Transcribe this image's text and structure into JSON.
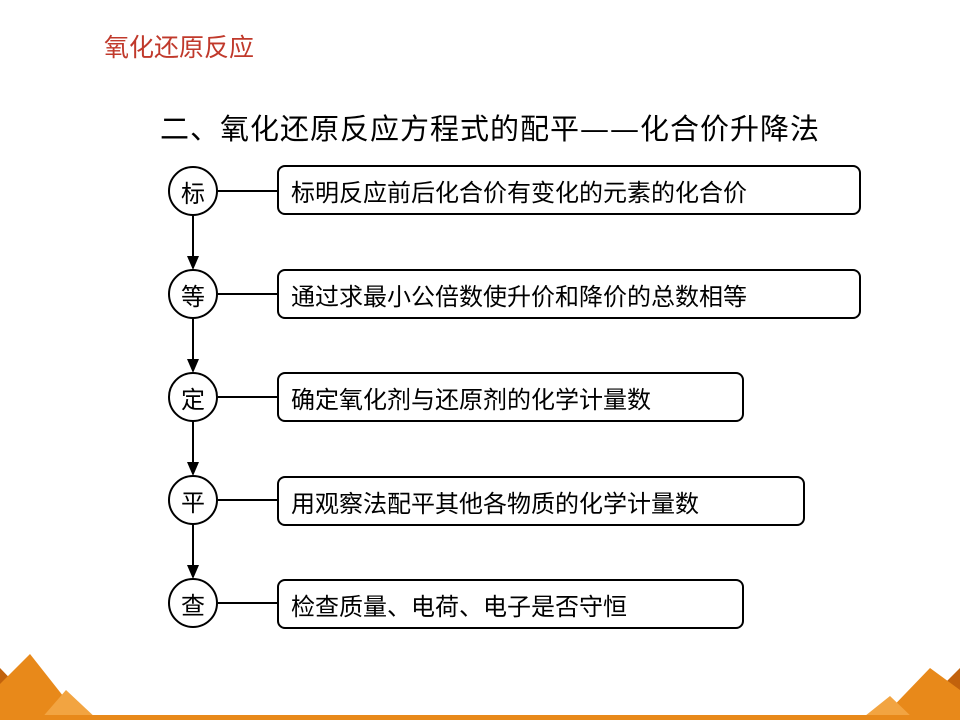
{
  "header": {
    "title": "氧化还原反应"
  },
  "section": {
    "title": "二、氧化还原反应方程式的配平——化合价升降法"
  },
  "steps": [
    {
      "key": "标",
      "text": "标明反应前后化合价有变化的元素的化合价"
    },
    {
      "key": "等",
      "text": "通过求最小公倍数使升价和降价的总数相等"
    },
    {
      "key": "定",
      "text": "确定氧化剂与还原剂的化学计量数"
    },
    {
      "key": "平",
      "text": "用观察法配平其他各物质的化学计量数"
    },
    {
      "key": "查",
      "text": "检查质量、电荷、电子是否守恒"
    }
  ],
  "colors": {
    "header": "#c0392b",
    "deco_orange": "#e8891a",
    "deco_dark": "#c2620c"
  }
}
